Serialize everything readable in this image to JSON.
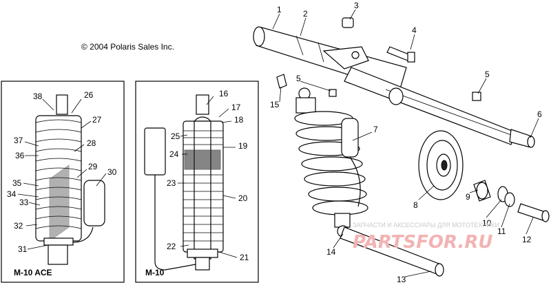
{
  "copyright": "© 2004 Polaris Sales Inc.",
  "panels": {
    "left_title": "M-10 ACE",
    "mid_title": "M-10"
  },
  "watermark": {
    "text": "ЗАПЧАСТИ И АКСЕССУАРЫ ДЛЯ МОТОТЕХНИКИ",
    "logo": "PARTSFOR.RU"
  },
  "callouts": [
    {
      "id": "1",
      "label": "1"
    },
    {
      "id": "2",
      "label": "2"
    },
    {
      "id": "3",
      "label": "3"
    },
    {
      "id": "4",
      "label": "4"
    },
    {
      "id": "5a",
      "label": "5"
    },
    {
      "id": "5b",
      "label": "5"
    },
    {
      "id": "6",
      "label": "6"
    },
    {
      "id": "7",
      "label": "7"
    },
    {
      "id": "8",
      "label": "8"
    },
    {
      "id": "9",
      "label": "9"
    },
    {
      "id": "10",
      "label": "10"
    },
    {
      "id": "11",
      "label": "11"
    },
    {
      "id": "12",
      "label": "12"
    },
    {
      "id": "13",
      "label": "13"
    },
    {
      "id": "14",
      "label": "14"
    },
    {
      "id": "15",
      "label": "15"
    },
    {
      "id": "16",
      "label": "16"
    },
    {
      "id": "17",
      "label": "17"
    },
    {
      "id": "18",
      "label": "18"
    },
    {
      "id": "19",
      "label": "19"
    },
    {
      "id": "20",
      "label": "20"
    },
    {
      "id": "21",
      "label": "21"
    },
    {
      "id": "22",
      "label": "22"
    },
    {
      "id": "23",
      "label": "23"
    },
    {
      "id": "24",
      "label": "24"
    },
    {
      "id": "25",
      "label": "25"
    },
    {
      "id": "26",
      "label": "26"
    },
    {
      "id": "27",
      "label": "27"
    },
    {
      "id": "28",
      "label": "28"
    },
    {
      "id": "29",
      "label": "29"
    },
    {
      "id": "30",
      "label": "30"
    },
    {
      "id": "31",
      "label": "31"
    },
    {
      "id": "32",
      "label": "32"
    },
    {
      "id": "33",
      "label": "33"
    },
    {
      "id": "34",
      "label": "34"
    },
    {
      "id": "35",
      "label": "35"
    },
    {
      "id": "36",
      "label": "36"
    },
    {
      "id": "37",
      "label": "37"
    },
    {
      "id": "38",
      "label": "38"
    }
  ]
}
